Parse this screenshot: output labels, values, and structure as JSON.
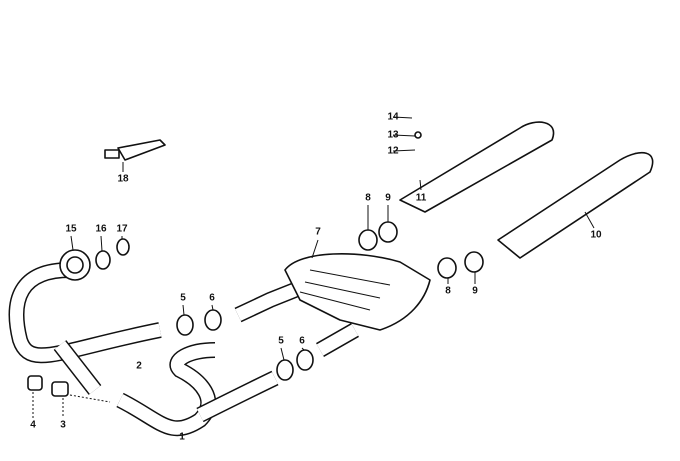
{
  "diagram": {
    "callouts": [
      {
        "id": "c1",
        "text": "1"
      },
      {
        "id": "c2",
        "text": "2"
      },
      {
        "id": "c3",
        "text": "3"
      },
      {
        "id": "c4",
        "text": "4"
      },
      {
        "id": "c5a",
        "text": "5"
      },
      {
        "id": "c6a",
        "text": "6"
      },
      {
        "id": "c5b",
        "text": "5"
      },
      {
        "id": "c6b",
        "text": "6"
      },
      {
        "id": "c7",
        "text": "7"
      },
      {
        "id": "c8a",
        "text": "8"
      },
      {
        "id": "c9a",
        "text": "9"
      },
      {
        "id": "c8b",
        "text": "8"
      },
      {
        "id": "c9b",
        "text": "9"
      },
      {
        "id": "c10",
        "text": "10"
      },
      {
        "id": "c11",
        "text": "11"
      },
      {
        "id": "c12",
        "text": "12"
      },
      {
        "id": "c13",
        "text": "13"
      },
      {
        "id": "c14",
        "text": "14"
      },
      {
        "id": "c15",
        "text": "15"
      },
      {
        "id": "c16",
        "text": "16"
      },
      {
        "id": "c17",
        "text": "17"
      },
      {
        "id": "c18",
        "text": "18"
      }
    ]
  }
}
